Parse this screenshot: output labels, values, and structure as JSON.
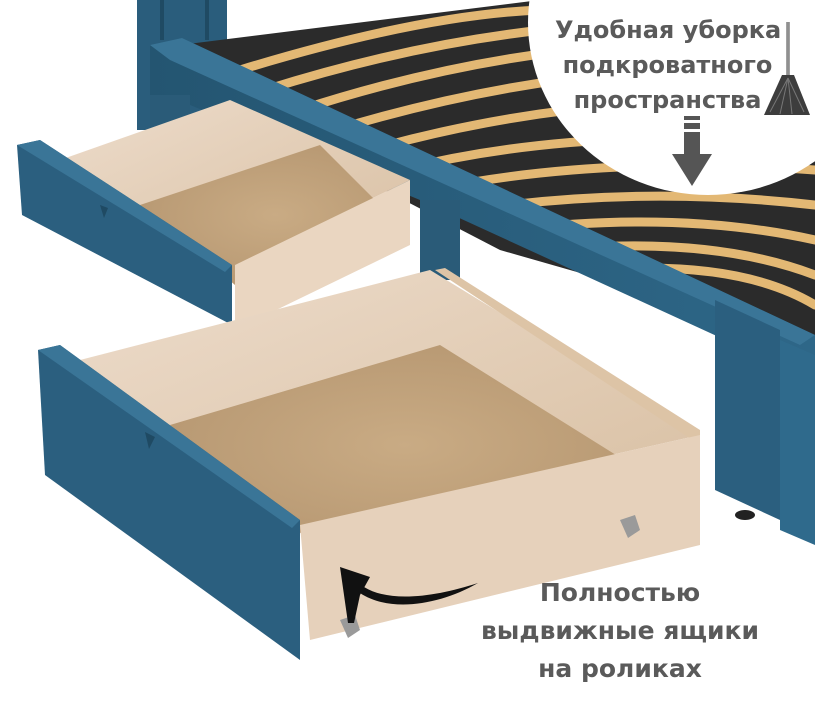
{
  "image": {
    "subject": "Upholstered bed with two pulled-out storage drawers and orthopedic slatted base",
    "colors": {
      "upholstery": "#2b5f7f",
      "upholstery_dark": "#224c66",
      "wood_light": "#e7d3bd",
      "wood_mid": "#d9c0a2",
      "drawer_bottom": "#c7ad8a",
      "slats": "#e3b874",
      "base_dark": "#2a2a2a",
      "text": "#5a5a5a",
      "arrow": "#555555"
    }
  },
  "annotations": {
    "top": {
      "lines": [
        "Удобная уборка",
        "подкроватного",
        "пространства"
      ],
      "icons": [
        "feather-duster-icon",
        "down-arrow-icon"
      ]
    },
    "bottom": {
      "lines": [
        "Полностью",
        "выдвижные ящики",
        "на роликах"
      ],
      "icons": [
        "curved-arrow-icon"
      ]
    }
  }
}
